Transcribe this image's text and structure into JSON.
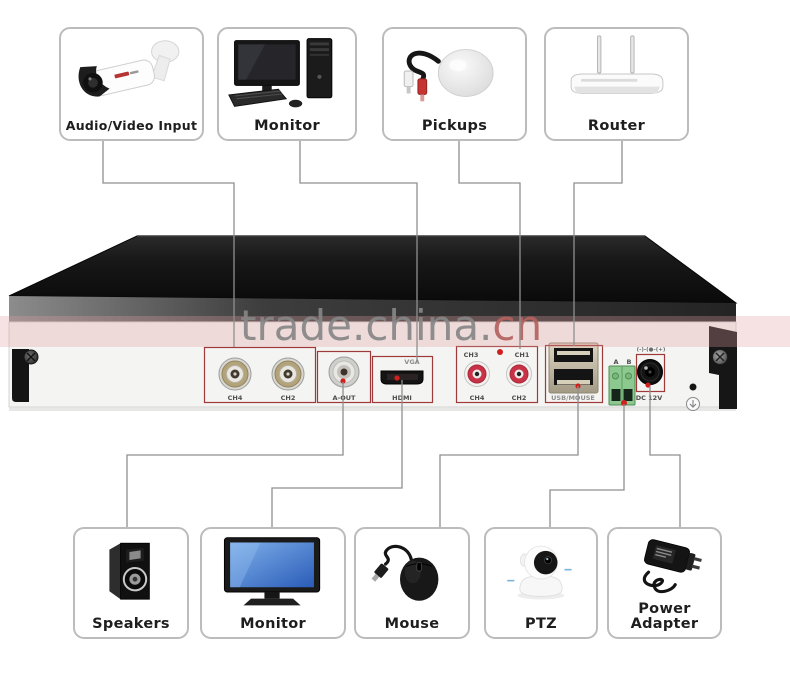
{
  "watermark": {
    "main": "trade.china.",
    "accent": "cn"
  },
  "top_devices": [
    {
      "label": "Audio/Video Input",
      "icon": "bullet-camera-icon"
    },
    {
      "label": "Monitor",
      "icon": "desktop-pc-icon"
    },
    {
      "label": "Pickups",
      "icon": "audio-pickup-icon"
    },
    {
      "label": "Router",
      "icon": "router-icon"
    }
  ],
  "bottom_devices": [
    {
      "label": "Speakers",
      "icon": "speaker-icon"
    },
    {
      "label": "Monitor",
      "icon": "tv-monitor-icon"
    },
    {
      "label": "Mouse",
      "icon": "mouse-icon"
    },
    {
      "label": "PTZ",
      "icon": "ptz-camera-icon"
    },
    {
      "label": "Power Adapter",
      "icon": "power-adapter-icon"
    }
  ],
  "dvr": {
    "ports": {
      "bnc": [
        "CH4",
        "CH2"
      ],
      "audio_out": "A-OUT",
      "vga": "VGA",
      "hdmi": "HDMI",
      "rca_top": [
        "CH3",
        "CH1"
      ],
      "rca_bottom": [
        "CH4",
        "CH2"
      ],
      "usb": "USB/MOUSE",
      "rs485": [
        "A",
        "B"
      ],
      "power": "DC 12V",
      "polarity": "(-)-(●-(+)"
    }
  },
  "colors": {
    "line": "#8f8f8f",
    "port_outline": "#9e3a3a",
    "marker_red": "#cf1f1f",
    "watermark_gray": "#868686",
    "watermark_red": "#b4625e",
    "chassis_black": "#161616",
    "panel_white": "#f4f4f2",
    "terminal_green": "#8cc98f",
    "screen_blue": "#3f78cf"
  }
}
